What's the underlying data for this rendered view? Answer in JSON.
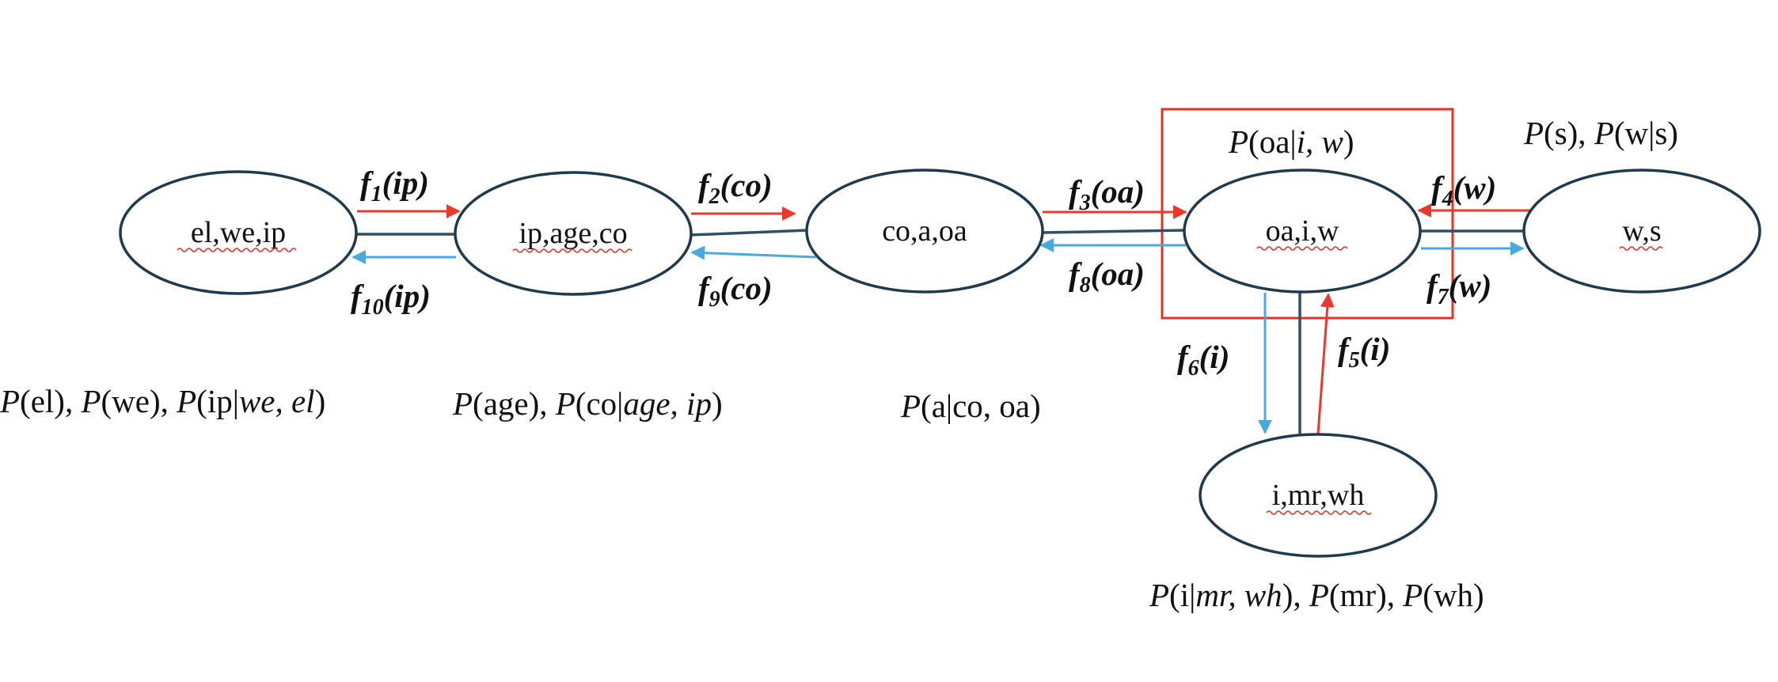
{
  "colors": {
    "node_stroke": "#1f3a4d",
    "edge": "#2f4f66",
    "forward_arrow": "#e8392c",
    "backward_arrow": "#4aa8e0",
    "highlight_box": "#e0332a",
    "spell_underline": "#d33b2c"
  },
  "nodes": [
    {
      "id": "n1",
      "label": "el,we,ip"
    },
    {
      "id": "n2",
      "label": "ip,age,co"
    },
    {
      "id": "n3",
      "label": "co,a,oa"
    },
    {
      "id": "n4",
      "label": "oa,i,w"
    },
    {
      "id": "n5",
      "label": "w,s"
    },
    {
      "id": "n6",
      "label": "i,mr,wh"
    }
  ],
  "probabilities": {
    "n1": {
      "p1": "P",
      "a1": "(el), ",
      "p2": "P",
      "a2": "(we), ",
      "p3": "P",
      "a3": "(ip|",
      "i3": "we, el",
      "b3": ")"
    },
    "n2": {
      "p1": "P",
      "a1": "(age), ",
      "p2": "P",
      "a2": "(co|",
      "i2": "age, ip",
      "b2": ")"
    },
    "n3": {
      "p1": "P",
      "a1": "(a|co, oa)"
    },
    "n4": {
      "p1": "P",
      "a1": "(oa|",
      "i1": "i, w",
      "b1": ")"
    },
    "n5": {
      "p1": "P",
      "a1": "(s), ",
      "p2": "P",
      "a2": "(w|s)"
    },
    "n6": {
      "p1": "P",
      "a1": "(i|",
      "i1": "mr, wh",
      "b1": "), ",
      "p2": "P",
      "a2": "(mr), ",
      "p3": "P",
      "a3": "(wh)"
    }
  },
  "messages": [
    {
      "id": "f1",
      "f": "f",
      "sub": "1",
      "arg": "(ip)",
      "direction": "forward"
    },
    {
      "id": "f2",
      "f": "f",
      "sub": "2",
      "arg": "(co)",
      "direction": "forward"
    },
    {
      "id": "f3",
      "f": "f",
      "sub": "3",
      "arg": "(oa)",
      "direction": "forward"
    },
    {
      "id": "f4",
      "f": "f",
      "sub": "4",
      "arg": "(w)",
      "direction": "forward"
    },
    {
      "id": "f5",
      "f": "f",
      "sub": "5",
      "arg": "(i)",
      "direction": "forward"
    },
    {
      "id": "f6",
      "f": "f",
      "sub": "6",
      "arg": "(i)",
      "direction": "backward"
    },
    {
      "id": "f7",
      "f": "f",
      "sub": "7",
      "arg": "(w)",
      "direction": "backward"
    },
    {
      "id": "f8",
      "f": "f",
      "sub": "8",
      "arg": "(oa)",
      "direction": "backward"
    },
    {
      "id": "f9",
      "f": "f",
      "sub": "9",
      "arg": "(co)",
      "direction": "backward"
    },
    {
      "id": "f10",
      "f": "f",
      "sub": "10",
      "arg": "(ip)",
      "direction": "backward"
    }
  ]
}
